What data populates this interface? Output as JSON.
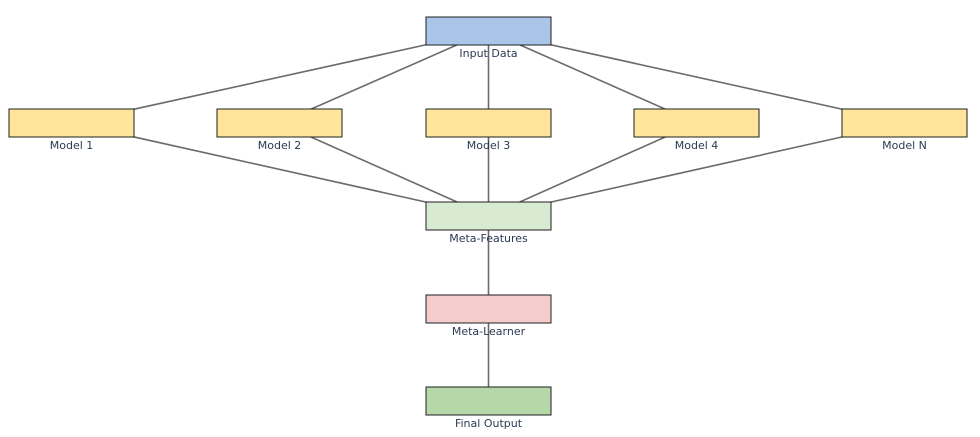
{
  "diagram": {
    "nodes": [
      {
        "id": "input",
        "label": "Input Data",
        "fill": "#a9c6e8"
      },
      {
        "id": "model1",
        "label": "Model 1",
        "fill": "#ffe599"
      },
      {
        "id": "model2",
        "label": "Model 2",
        "fill": "#ffe599"
      },
      {
        "id": "model3",
        "label": "Model 3",
        "fill": "#ffe599"
      },
      {
        "id": "model4",
        "label": "Model 4",
        "fill": "#ffe599"
      },
      {
        "id": "modelN",
        "label": "Model N",
        "fill": "#ffe599"
      },
      {
        "id": "meta_features",
        "label": "Meta-Features",
        "fill": "#d9ead3"
      },
      {
        "id": "meta_learner",
        "label": "Meta-Learner",
        "fill": "#f4cccc"
      },
      {
        "id": "final_output",
        "label": "Final Output",
        "fill": "#b6d7a8"
      }
    ],
    "edges": [
      {
        "from": "input",
        "to": "model1"
      },
      {
        "from": "input",
        "to": "model2"
      },
      {
        "from": "input",
        "to": "model3"
      },
      {
        "from": "input",
        "to": "model4"
      },
      {
        "from": "input",
        "to": "modelN"
      },
      {
        "from": "model1",
        "to": "meta_features"
      },
      {
        "from": "model2",
        "to": "meta_features"
      },
      {
        "from": "model3",
        "to": "meta_features"
      },
      {
        "from": "model4",
        "to": "meta_features"
      },
      {
        "from": "modelN",
        "to": "meta_features"
      },
      {
        "from": "meta_features",
        "to": "meta_learner"
      },
      {
        "from": "meta_learner",
        "to": "final_output"
      }
    ],
    "colors": {
      "edge": "#6b6b6b",
      "border": "#1f1f1f"
    }
  }
}
